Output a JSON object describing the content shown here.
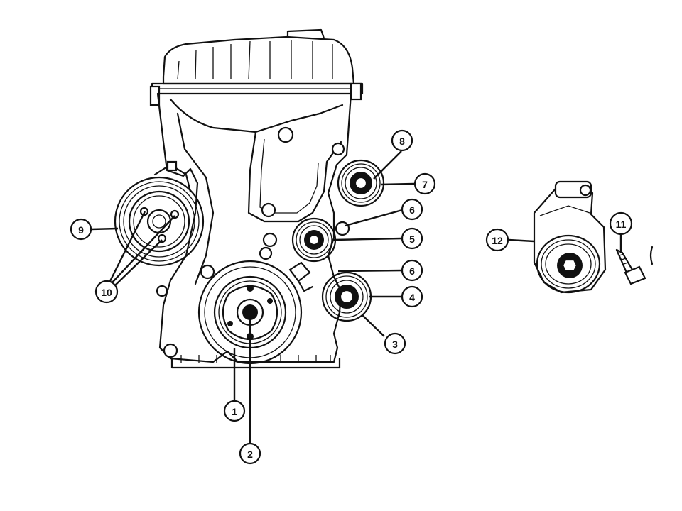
{
  "diagram": {
    "callouts": [
      {
        "id": "c1",
        "label": "1"
      },
      {
        "id": "c2",
        "label": "2"
      },
      {
        "id": "c3",
        "label": "3"
      },
      {
        "id": "c4",
        "label": "4"
      },
      {
        "id": "c5",
        "label": "5"
      },
      {
        "id": "c6a",
        "label": "6"
      },
      {
        "id": "c6b",
        "label": "6"
      },
      {
        "id": "c7",
        "label": "7"
      },
      {
        "id": "c8",
        "label": "8"
      },
      {
        "id": "c9",
        "label": "9"
      },
      {
        "id": "c10",
        "label": "10"
      },
      {
        "id": "c11",
        "label": "11"
      },
      {
        "id": "c12",
        "label": "12"
      }
    ],
    "stroke_color": "#111111",
    "background_color": "#ffffff"
  }
}
